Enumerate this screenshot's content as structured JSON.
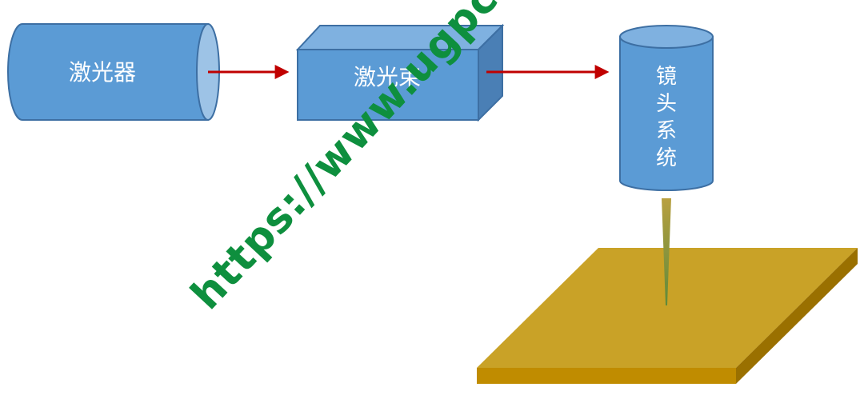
{
  "laser": {
    "label": "激光器"
  },
  "beam": {
    "label": "激光束"
  },
  "lens": {
    "label_chars": [
      "镜",
      "头",
      "系",
      "统"
    ]
  },
  "watermark": {
    "text": "https://www.ugpcb.com"
  },
  "colors": {
    "blue_face": "#5b9bd5",
    "blue_top": "#7fb1e0",
    "blue_side": "#4a7fb5",
    "blue_edge": "#3d6fa3",
    "cap_light": "#9dc3e6",
    "arrow": "#c00000",
    "plate_top": "#c9a227",
    "plate_front": "#c08c00",
    "plate_side": "#9a7000",
    "beam_cone": "#8a9a3a",
    "watermark": "#0e8f3e"
  }
}
